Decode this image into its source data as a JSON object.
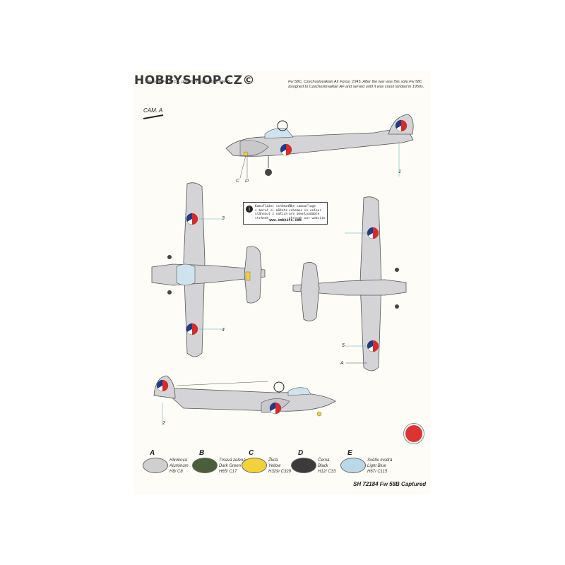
{
  "header": {
    "logo": "HOBBYSHOP.CZ©",
    "czech_text": "...to jedný Fw 58C ... přistání v padesátých letech.",
    "english_text": "Fw 58C, Czechoslovakian Air Force, 1945. After the war was this sole Fw 58C assigned to Czechoslovakian AF and served until it was crash landed in 1950s.",
    "scheme_label": "CAM. A"
  },
  "note": {
    "czech": "Kamuflážní schémata v barvě si můžete stáhnout z našich stránek",
    "english": "The camouflage schemes in colour are downloadable through our website",
    "url": "www.cmkkits.com"
  },
  "callouts": {
    "top_left": "C",
    "top_right": "D",
    "lower_left": "A",
    "num_1": "1",
    "num_2": "2",
    "num_3": "3",
    "num_4": "4",
    "num_5": "5"
  },
  "swatches": [
    {
      "letter": "A",
      "line1": "Hliníková",
      "line2": "Aluminum",
      "line3": "H8/ C8",
      "color": "#cfcfcf"
    },
    {
      "letter": "B",
      "line1": "Tmavá zelená",
      "line2": "Dark Green",
      "line3": "H65/ C17",
      "color": "#4a5e3c"
    },
    {
      "letter": "C",
      "line1": "Žlutá",
      "line2": "Yellow",
      "line3": "H329/ C329",
      "color": "#f2d23a"
    },
    {
      "letter": "D",
      "line1": "Černá",
      "line2": "Black",
      "line3": "H12/ C33",
      "color": "#3b3b3b"
    },
    {
      "letter": "E",
      "line1": "Světle modrá",
      "line2": "Light Blue",
      "line3": "H67/ C115",
      "color": "#b9d8e8"
    }
  ],
  "product": "SH 72184 Fw 58B Captured",
  "colors": {
    "aircraft": "#d4d4d6",
    "outline": "#555555",
    "roundel_red": "#d62b2b",
    "roundel_blue": "#1e3a8a",
    "leader": "#5aa9c7"
  }
}
